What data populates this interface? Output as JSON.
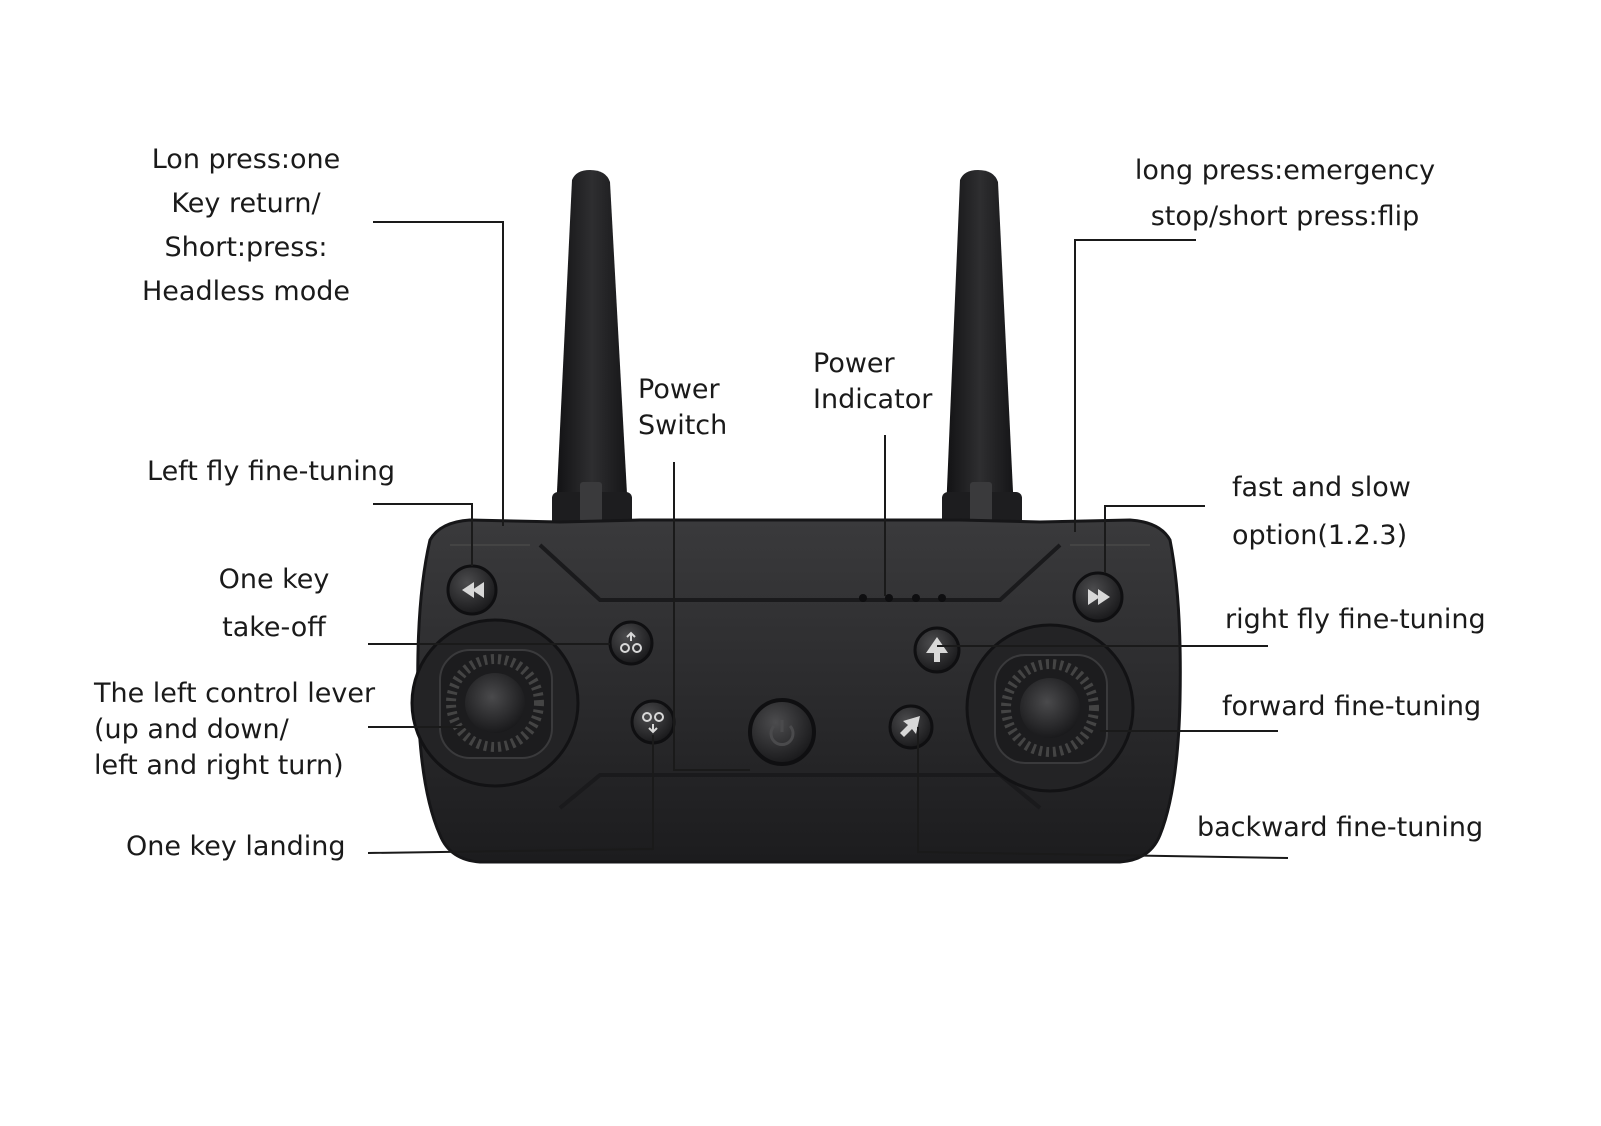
{
  "colors": {
    "body": "#2b2b2d",
    "body_edge": "#18181a",
    "antenna": "#1f1f21",
    "leader_line": "#1a1a1a",
    "text": "#1a1a1a",
    "background": "#ffffff"
  },
  "labels": {
    "return_headless": [
      "Lon press:one",
      "Key return/",
      "Short:press:",
      "Headless mode"
    ],
    "emergency_flip": [
      "long press:emergency",
      "stop/short press:flip"
    ],
    "power_switch": [
      "Power",
      "Switch"
    ],
    "power_indicator": [
      "Power",
      "Indicator"
    ],
    "left_fly_fine_tuning": "Left fly fine-tuning",
    "fast_slow": [
      "fast and slow",
      "option(1.2.3)"
    ],
    "one_key_takeoff": [
      "One key",
      "take-off"
    ],
    "right_fly_fine_tuning": "right fly fine-tuning",
    "left_control_lever": [
      "The left control lever",
      "(up and down/",
      "left and right turn)"
    ],
    "forward_fine_tuning": "forward fine-tuning",
    "one_key_landing": "One key landing",
    "backward_fine_tuning": "backward fine-tuning"
  },
  "icons": {
    "left_trim": "rewind-icon",
    "right_trim": "fast-forward-icon",
    "takeoff": "takeoff-icon",
    "landing": "landing-icon",
    "power": "power-icon",
    "right_fly_trim": "arrow-up-icon",
    "forward_trim": "arrow-up-right-icon"
  }
}
